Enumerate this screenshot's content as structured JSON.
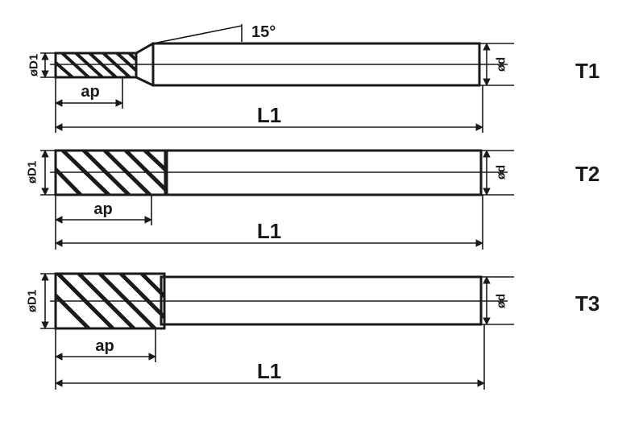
{
  "tools": [
    {
      "type_label": "T1",
      "d1_label": "øD1",
      "d_shank_label": "ød",
      "ap_label": "ap",
      "l1_label": "L1",
      "neck_angle_label": "15°"
    },
    {
      "type_label": "T2",
      "d1_label": "øD1",
      "d_shank_label": "ød",
      "ap_label": "ap",
      "l1_label": "L1"
    },
    {
      "type_label": "T3",
      "d1_label": "øD1",
      "d_shank_label": "ød",
      "ap_label": "ap",
      "l1_label": "L1"
    }
  ]
}
